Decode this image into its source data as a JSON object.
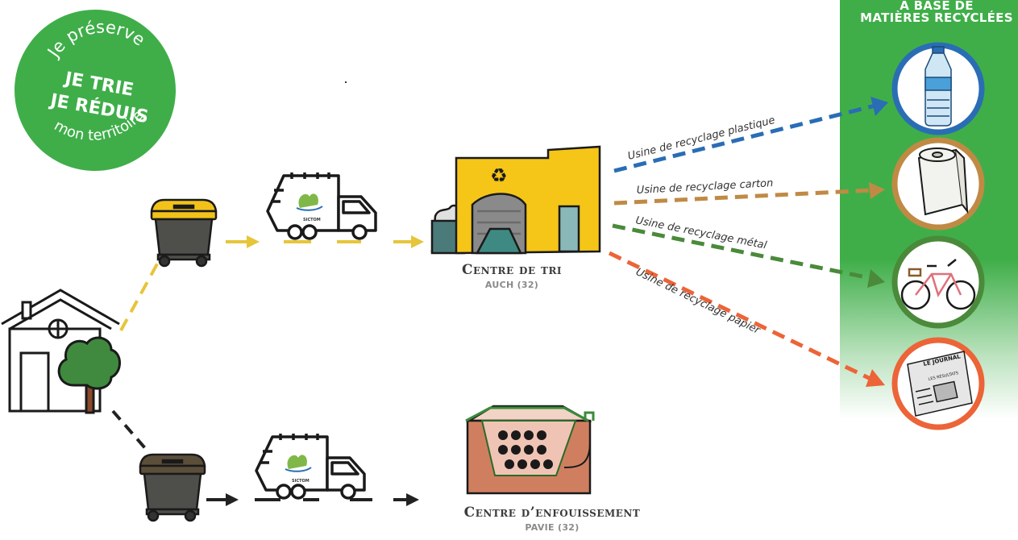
{
  "badge": {
    "top_text": "Je préserve",
    "line1": "JE TRIE",
    "line2": "JE RÉDUIS",
    "bottom_text": "mon territoire",
    "color": "#3fae49"
  },
  "panel": {
    "title_line1": "À BASE DE",
    "title_line2": "MATIÈRES RECYCLÉES",
    "color": "#3fae49"
  },
  "truck_logo": "SICTOM",
  "sorting_center": {
    "name": "Centre de tri",
    "location": "auch (32)"
  },
  "landfill": {
    "name": "Centre d’enfouissement",
    "location": "pavie (32)"
  },
  "flows": [
    {
      "label": "Usine de recyclage plastique",
      "color": "#2a6db5"
    },
    {
      "label": "Usine de recyclage carton",
      "color": "#c08a45"
    },
    {
      "label": "Usine de recyclage métal",
      "color": "#4a8a3a"
    },
    {
      "label": "Usine de recyclage papier",
      "color": "#ec6437"
    }
  ],
  "products": [
    {
      "icon": "water-bottle-icon",
      "ring_color": "#2a6db5"
    },
    {
      "icon": "paper-roll-icon",
      "ring_color": "#c08a45"
    },
    {
      "icon": "bicycle-icon",
      "ring_color": "#4a8a3a"
    },
    {
      "icon": "newspaper-icon",
      "ring_color": "#ec6437"
    }
  ],
  "newspaper": {
    "headline": "LE JOURNAL",
    "sub": "LES RÉSULTATS"
  },
  "colors": {
    "yellow_path": "#e6c53a",
    "black_path": "#222222",
    "bin_body": "#4e4e4a",
    "bin_lid_yellow": "#f2c21a",
    "bin_lid_brown": "#5c4f3a",
    "building": "#f5c518",
    "landfill_soil": "#cf7f60"
  }
}
